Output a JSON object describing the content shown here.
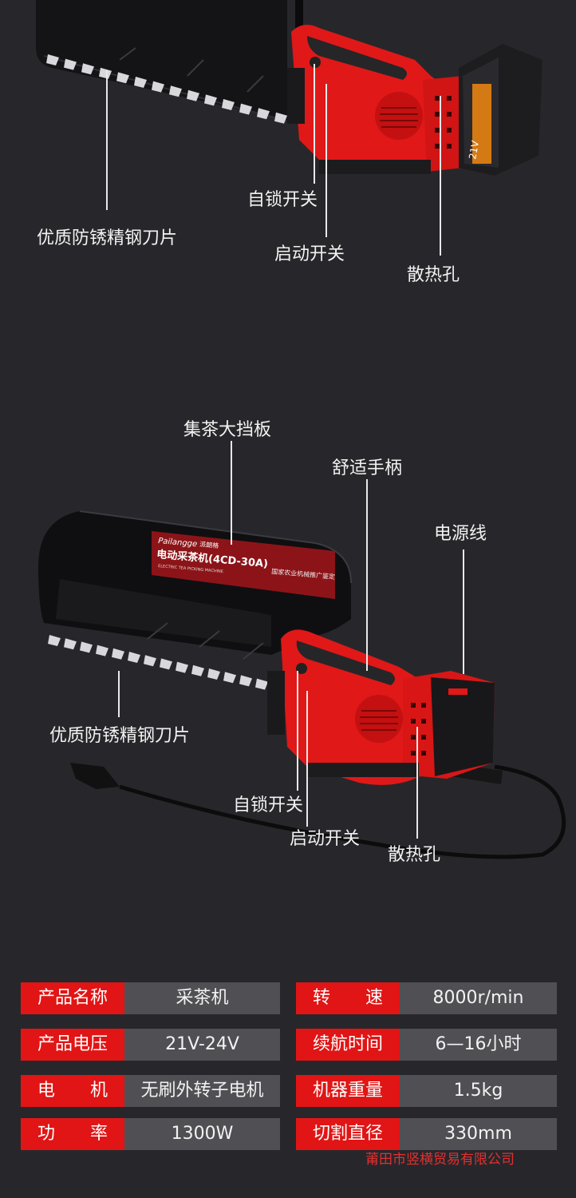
{
  "top_callouts": {
    "blade": "优质防锈精钢刀片",
    "self_lock": "自锁开关",
    "start": "启动开关",
    "vents": "散热孔"
  },
  "bottom_callouts": {
    "baffle": "集茶大挡板",
    "handle": "舒适手柄",
    "cable": "电源线",
    "blade": "优质防锈精钢刀片",
    "self_lock": "自锁开关",
    "start": "启动开关",
    "vents": "散热孔"
  },
  "product_panel": {
    "brand": "Pailangge",
    "brand_cn": "派朗格",
    "title": "电动采茶机(4CD-30A)",
    "subtitle": "ELECTRIC TEA PICKING MACHINE",
    "cert": "国家农业机械推广鉴定"
  },
  "battery_label": "21V",
  "specs": [
    {
      "label1": "产品名称",
      "value1": "采茶机",
      "label2": "转　　速",
      "value2": "8000r/min"
    },
    {
      "label1": "产品电压",
      "value1": "21V-24V",
      "label2": "续航时间",
      "value2": "6—16小时"
    },
    {
      "label1": "电　　机",
      "value1": "无刷外转子电机",
      "label2": "机器重量",
      "value2": "1.5kg"
    },
    {
      "label1": "功　　率",
      "value1": "1300W",
      "label2": "切割直径",
      "value2": "330mm"
    }
  ],
  "watermark": "莆田市竖横贸易有限公司",
  "colors": {
    "accent": "#e11515",
    "background": "#27272b",
    "cell": "#505054"
  }
}
